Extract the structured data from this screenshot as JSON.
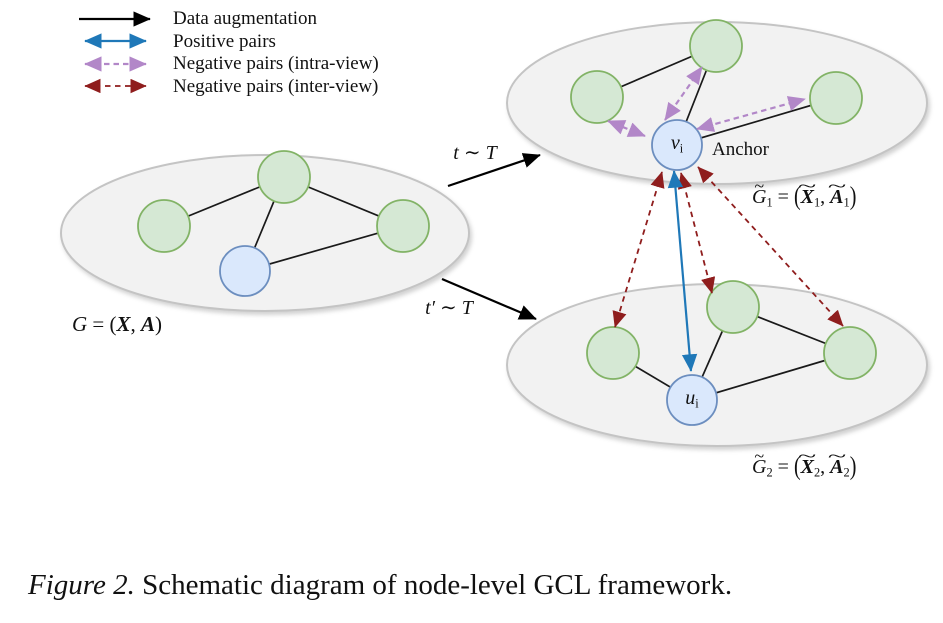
{
  "legend": {
    "items": [
      {
        "name": "data-augmentation",
        "label": "Data augmentation"
      },
      {
        "name": "positive-pairs",
        "label": "Positive pairs"
      },
      {
        "name": "negative-pairs-intra-view",
        "label": "Negative pairs (intra-view)"
      },
      {
        "name": "negative-pairs-inter-view",
        "label": "Negative pairs (inter-view)"
      }
    ]
  },
  "colors": {
    "aug": "#000000",
    "pos": "#1f78b8",
    "intra": "#b287c8",
    "inter": "#8f1d1d",
    "edge": "#1a1a1a",
    "green_fill": "#d5e8d4",
    "green_stroke": "#82b366",
    "blue_fill": "#dae8fc",
    "blue_stroke": "#6c8ebf",
    "ellipse_fill": "#f2f2f2",
    "ellipse_stroke": "#c4c4c4"
  },
  "transforms": {
    "top": {
      "var": "t",
      "rel": " ∼ ",
      "family": "T"
    },
    "bottom": {
      "var": "t′",
      "rel": " ∼ ",
      "family": "T"
    }
  },
  "nodes": {
    "v": {
      "base": "v",
      "sub": "i"
    },
    "u": {
      "base": "u",
      "sub": "i"
    },
    "anchor_label": "Anchor"
  },
  "labels": {
    "original": {
      "g": "G",
      "eq": " = (",
      "x": "X",
      "comma": ", ",
      "a": "A",
      "close": ")"
    },
    "view1": {
      "tilde": "~",
      "g": "G",
      "gsub": "1",
      "eq": " = ",
      "open": "(",
      "x": "X",
      "xsub": "1",
      "comma": ", ",
      "a": "A",
      "asub": "1",
      "closep": ")"
    },
    "view2": {
      "tilde": "~",
      "g": "G",
      "gsub": "2",
      "eq": " = ",
      "open": "(",
      "x": "X",
      "xsub": "2",
      "comma": ", ",
      "a": "A",
      "asub": "2",
      "closep": ")"
    }
  },
  "caption": {
    "prefix": "Figure 2.",
    "text": " Schematic diagram of node-level GCL framework."
  }
}
